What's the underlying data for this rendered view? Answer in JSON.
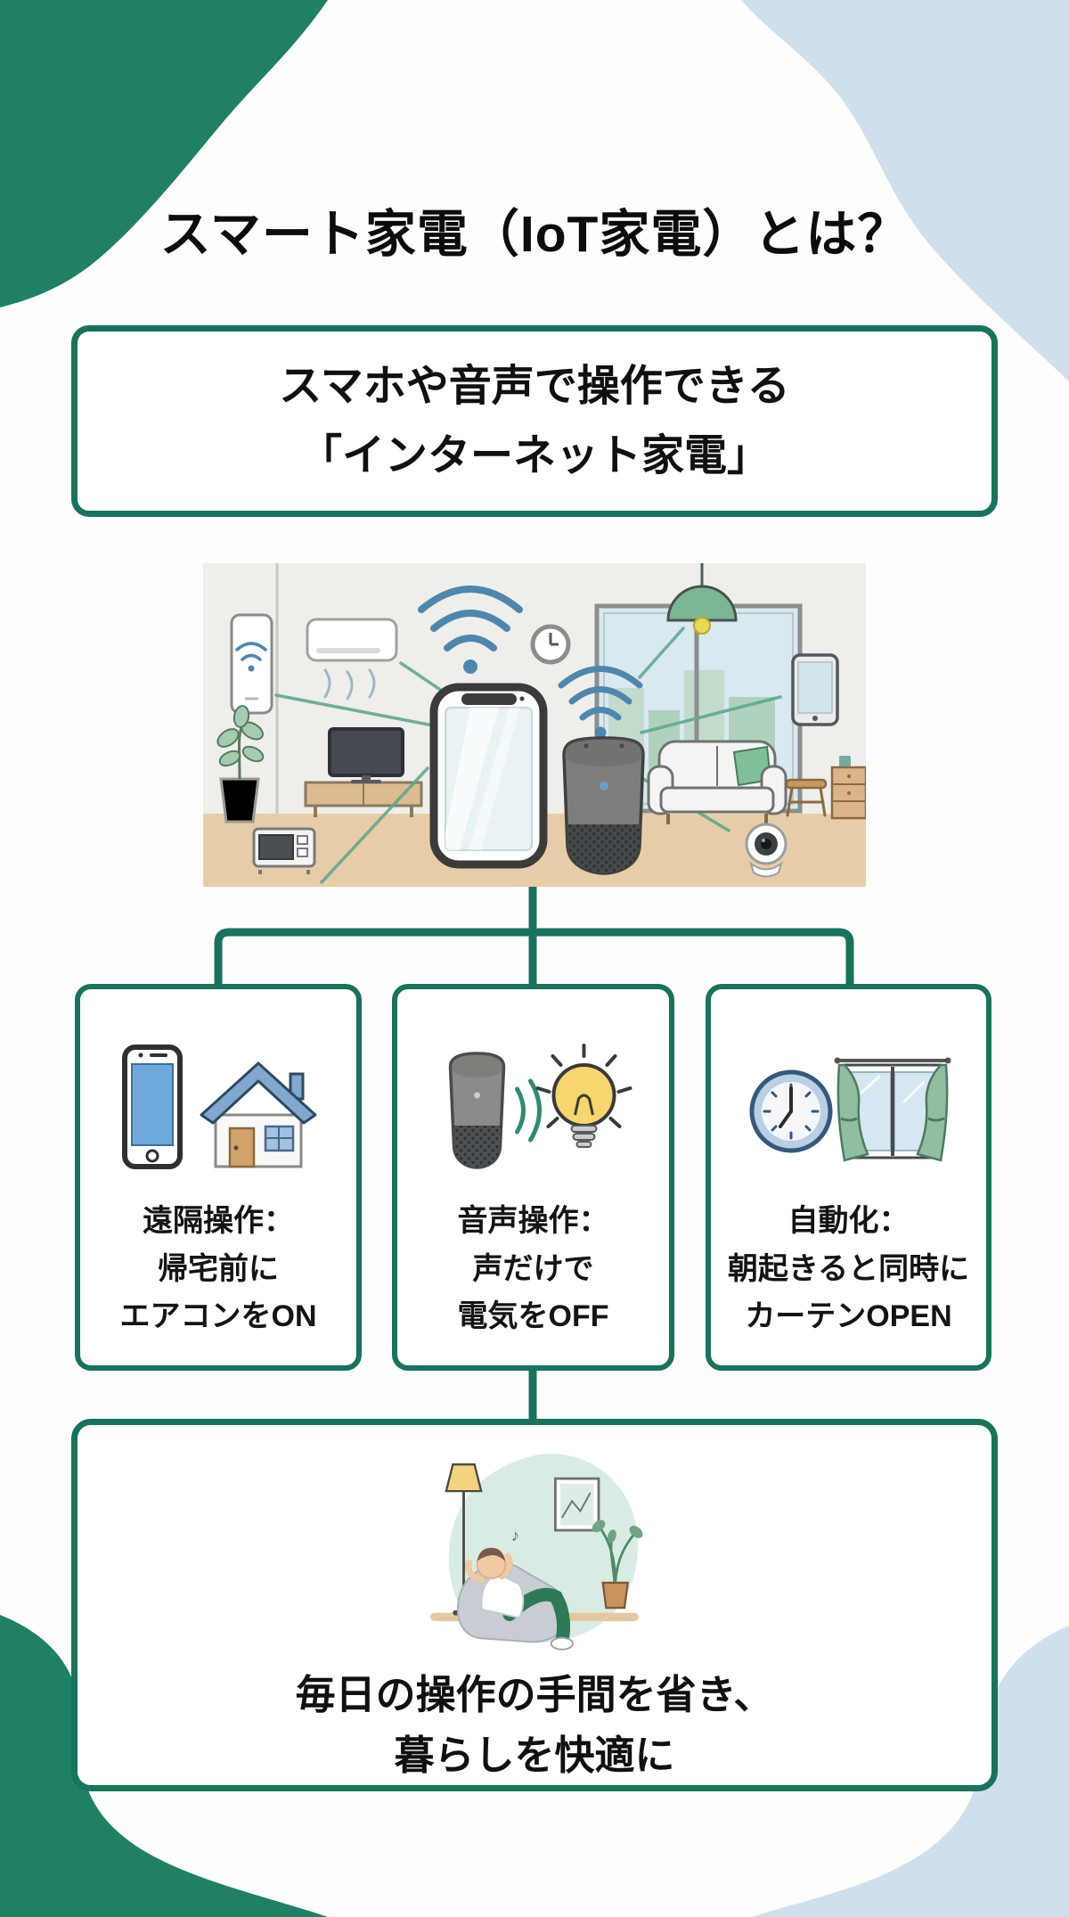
{
  "title": "スマート家電（IoT家電）とは？",
  "definition": {
    "line1": "スマホや音声で操作できる",
    "line2": "「インターネット家電」"
  },
  "hero": {
    "icons": [
      "air-conditioner-icon",
      "wall-phone-icon",
      "wifi-icon",
      "clock-icon",
      "pendant-lamp-icon",
      "window-icon",
      "smartphone-icon",
      "smart-speaker-icon",
      "tv-icon",
      "microwave-icon",
      "plant-icon",
      "sofa-icon",
      "tablet-icon",
      "stool-icon",
      "dresser-icon",
      "security-camera-icon"
    ]
  },
  "features": [
    {
      "line1": "遠隔操作：",
      "line2": "帰宅前に",
      "line3": "エアコンをON",
      "icons": [
        "smartphone-icon",
        "house-icon"
      ]
    },
    {
      "line1": "音声操作：",
      "line2": "声だけで",
      "line3": "電気をOFF",
      "icons": [
        "smart-speaker-icon",
        "sound-wave-icon",
        "lightbulb-icon"
      ]
    },
    {
      "line1": "自動化：",
      "line2": "朝起きると同時に",
      "line3": "カーテンOPEN",
      "icons": [
        "clock-icon",
        "curtain-window-icon"
      ]
    }
  ],
  "conclusion": {
    "line1": "毎日の操作の手間を省き、",
    "line2": "暮らしを快適に"
  },
  "colors": {
    "accent_green": "#1f8065",
    "border_green": "#17735c",
    "blob_blue": "#cfdfec",
    "floor_tan": "#e7cda7",
    "wifi_blue": "#4d87ad",
    "bulb_yellow": "#f6d76d",
    "curtain_green": "#8fbfa0"
  }
}
